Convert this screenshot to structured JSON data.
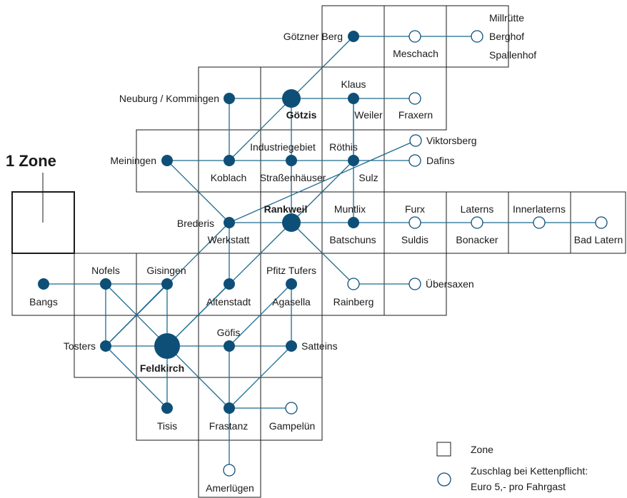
{
  "title": "1 Zone",
  "colors": {
    "line": "#1e6b8f",
    "stop": "#0e4f78",
    "grid": "#1a1a1a"
  },
  "places": {
    "goetznerberg": "Götzner Berg",
    "meschach": "Meschach",
    "millruette": "Millrütte",
    "berghof": "Berghof",
    "spallenhof": "Spallenhof",
    "neuburg": "Neuburg / Kommingen",
    "goetzis": "Götzis",
    "klaus": "Klaus",
    "weiler": "Weiler",
    "fraxern": "Fraxern",
    "meiningen": "Meiningen",
    "koblach": "Koblach",
    "industriegebiet": "Industriegebiet",
    "strassenhaeuser": "Straßenhäuser",
    "roethis": "Röthis",
    "sulz": "Sulz",
    "viktorsberg": "Viktorsberg",
    "dafins": "Dafins",
    "brederis": "Brederis",
    "werkstatt": "Werkstatt",
    "rankweil": "Rankweil",
    "muntlix": "Muntlix",
    "batschuns": "Batschuns",
    "furx": "Furx",
    "suldis": "Suldis",
    "laterns": "Laterns",
    "bonacker": "Bonacker",
    "innerlaterns": "Innerlaterns",
    "badlatern": "Bad Latern",
    "bangs": "Bangs",
    "nofels": "Nofels",
    "gisingen": "Gisingen",
    "altenstadt": "Altenstadt",
    "pfitz": "Pfitz Tufers",
    "agasella": "Agasella",
    "rainberg": "Rainberg",
    "uebersaxen": "Übersaxen",
    "tosters": "Tosters",
    "feldkirch": "Feldkirch",
    "goefis": "Göfis",
    "satteins": "Satteins",
    "tisis": "Tisis",
    "frastanz": "Frastanz",
    "gampeluen": "Gampelün",
    "amerluegen": "Amerlügen"
  },
  "legend": {
    "zone": "Zone",
    "surcharge_line1": "Zuschlag bei Kettenpflicht:",
    "surcharge_line2": "Euro 5,- pro Fahrgast"
  }
}
